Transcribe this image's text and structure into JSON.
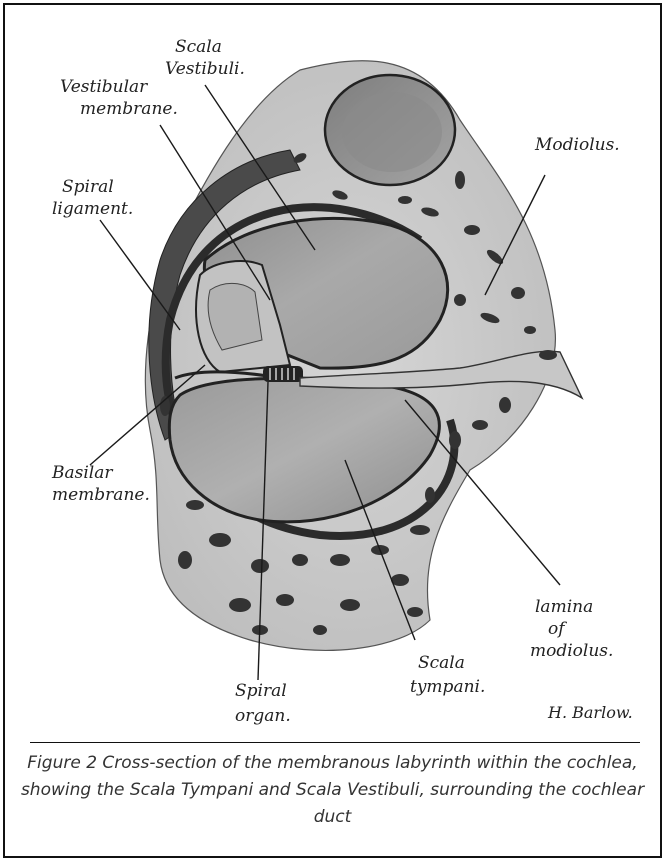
{
  "labels": {
    "scala_vestibuli": [
      "Scala",
      "Vestibuli."
    ],
    "vestibular_membrane": [
      "Vestibular",
      "membrane."
    ],
    "modiolus": [
      "Modiolus."
    ],
    "spiral_ligament": [
      "Spiral",
      "ligament."
    ],
    "basilar_membrane": [
      "Basilar",
      "membrane."
    ],
    "lamina_of_modiolus": [
      "lamina",
      "of",
      "modiolus."
    ],
    "scala_tympani": [
      "Scala",
      "tympani."
    ],
    "spiral_organ": [
      "Spiral",
      "organ."
    ]
  },
  "signature": "H. Barlow.",
  "caption": "Figure 2 Cross-section of the membranous labyrinth within the cochlea, showing the Scala Tympani and Scala Vestibuli, surrounding the cochlear duct"
}
